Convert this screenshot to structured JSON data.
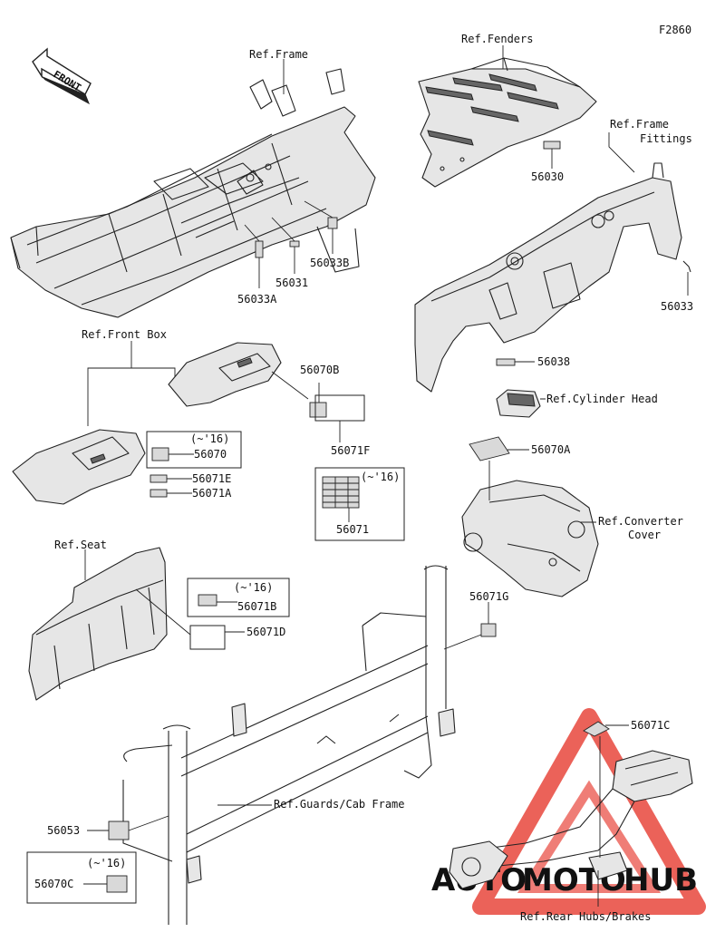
{
  "figure_id": "F2860",
  "front_badge": "FRONT",
  "references": {
    "frame": "Ref.Frame",
    "fenders": "Ref.Fenders",
    "frame_fittings_line1": "Ref.Frame",
    "frame_fittings_line2": "Fittings",
    "front_box": "Ref.Front Box",
    "cylinder_head": "Ref.Cylinder Head",
    "converter_cover_line1": "Ref.Converter",
    "converter_cover_line2": "Cover",
    "seat": "Ref.Seat",
    "guards_cab_frame": "Ref.Guards/Cab Frame",
    "rear_hubs_brakes": "Ref.Rear Hubs/Brakes"
  },
  "parts": {
    "p56030": "56030",
    "p56031": "56031",
    "p56033A": "56033A",
    "p56033B": "56033B",
    "p56033": "56033",
    "p56038": "56038",
    "p56070B": "56070B",
    "p56071F": "56071F",
    "p56070": "56070",
    "p56071E": "56071E",
    "p56071A": "56071A",
    "p56071": "56071",
    "p56070A": "56070A",
    "p56071B": "56071B",
    "p56071D": "56071D",
    "p56071G": "56071G",
    "p56071C": "56071C",
    "p56053": "56053",
    "p56070C": "56070C"
  },
  "year_notes": {
    "note_56070": "(~'16)",
    "note_56071": "(~'16)",
    "note_56071B": "(~'16)",
    "note_56070C": "(~'16)"
  },
  "watermark": {
    "part1": "AUTO",
    "part2": "MOTO",
    "part3": "HUB",
    "color_primary": "#f2a020",
    "color_secondary": "#333333",
    "triangle_color": "#e8463c"
  }
}
